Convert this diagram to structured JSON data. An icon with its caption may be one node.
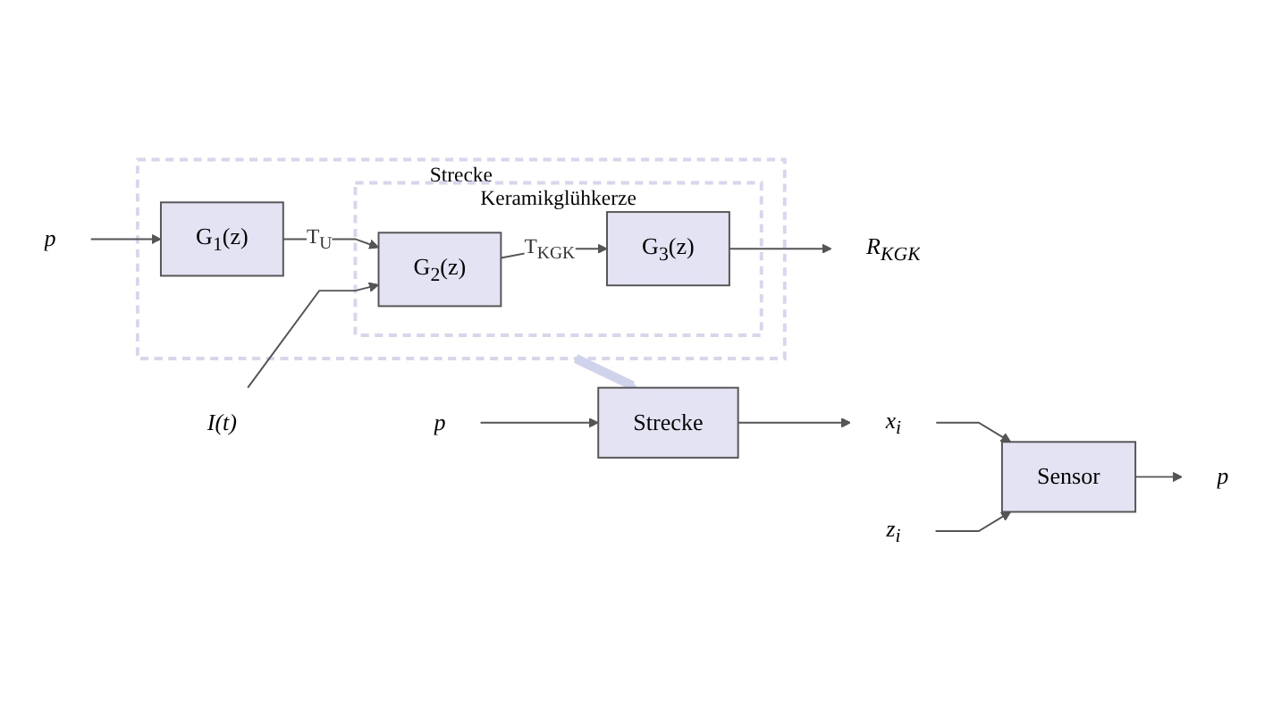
{
  "diagram": {
    "nodes": [
      {
        "text": [
          "Strecke"
        ]
      },
      {
        "text": [
          "Keramikglühkerze"
        ],
        "in": 0
      },
      {
        "text": [
          "p"
        ]
      },
      {
        "text": [
          "G$_{1}$(z)"
        ],
        "in": 0
      },
      {
        "text": [
          "G$_{2}$(z)"
        ],
        "in": 1
      },
      {
        "text": [
          "G$_{3}$(z)"
        ],
        "in": 1
      },
      {
        "text": [
          "R$_{KGK}$"
        ]
      },
      {
        "text": [
          "I(t)"
        ]
      },
      {
        "text": [
          "p"
        ]
      },
      {
        "text": [
          "Strecke"
        ]
      },
      {
        "text": [
          "x$_{i}$"
        ]
      },
      {
        "text": [
          "Sensor"
        ]
      },
      {
        "text": [
          "z$_{i}$"
        ]
      },
      {
        "text": [
          "p"
        ]
      }
    ],
    "edges": [
      {
        "from": 2,
        "to": 3,
        "arrow": "to"
      },
      {
        "from": 3,
        "to": 4,
        "arrow": "to",
        "label": "T$_{U}$"
      },
      {
        "from": 7,
        "to": 4,
        "arrow": "to"
      },
      {
        "from": 4,
        "to": 5,
        "arrow": "to",
        "label": "T$_{KGK}$"
      },
      {
        "from": 5,
        "to": 6,
        "arrow": "to"
      },
      {
        "from": 0,
        "to": 9,
        "arrow": "to",
        "style": "thick",
        "color": "#d0d3ec"
      },
      {
        "from": 8,
        "to": 9,
        "arrow": "to"
      },
      {
        "from": 9,
        "to": 10,
        "arrow": "to"
      },
      {
        "from": 10,
        "to": 11,
        "arrow": "to"
      },
      {
        "from": 12,
        "to": 11,
        "arrow": "to"
      },
      {
        "from": 11,
        "to": 13,
        "arrow": "to"
      }
    ]
  }
}
